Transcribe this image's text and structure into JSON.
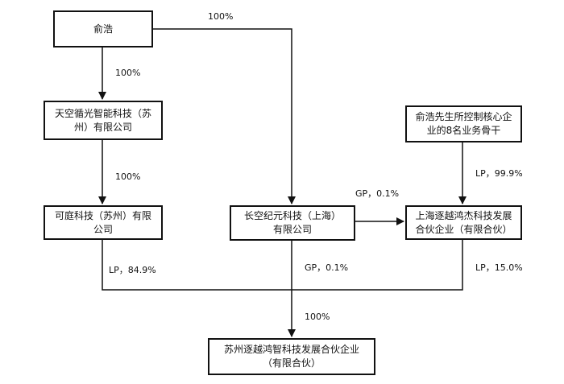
{
  "nodes": {
    "yu_hao": {
      "lines": [
        "俞浩"
      ]
    },
    "tiankong": {
      "lines": [
        "天空循光智能科技（苏",
        "州）有限公司"
      ]
    },
    "keting": {
      "lines": [
        "可庭科技（苏州）有限",
        "公司"
      ]
    },
    "changkong": {
      "lines": [
        "长空纪元科技（上海）",
        "有限公司"
      ]
    },
    "core_members": {
      "lines": [
        "俞浩先生所控制核心企",
        "业的8名业务骨干"
      ]
    },
    "shanghai_zhuyue": {
      "lines": [
        "上海逐越鸿杰科技发展",
        "合伙企业（有限合伙）"
      ]
    },
    "suzhou_zhuyue": {
      "lines": [
        "苏州逐越鸿智科技发展合伙企业",
        "（有限合伙）"
      ]
    }
  },
  "edges": {
    "yu_to_changkong": "100%",
    "yu_to_tiankong": "100%",
    "tiankong_to_keting": "100%",
    "changkong_to_shanghai": "GP，0.1%",
    "core_to_shanghai": "LP，99.9%",
    "keting_to_suzhou": "LP，84.9%",
    "changkong_to_suzhou": "GP，0.1%",
    "shanghai_to_suzhou": "LP，15.0%",
    "combined_to_suzhou": "100%"
  }
}
